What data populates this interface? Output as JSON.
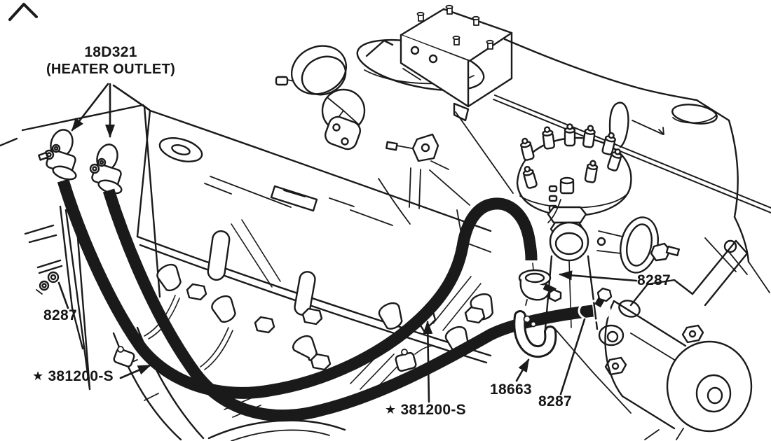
{
  "figure": {
    "kind": "engine-heater-hose-routing-illustration",
    "ink_color": "#1a1a1a",
    "background_color": "#ffffff"
  },
  "callouts": {
    "heater_outlet": {
      "part_number": "18D321",
      "description": "(HEATER OUTLET)"
    },
    "clamp_left": {
      "part_number": "8287"
    },
    "screw_left": {
      "prefix": "★",
      "part_number": "381200-S"
    },
    "screw_center": {
      "prefix": "★",
      "part_number": "381200-S"
    },
    "elbow_hose": {
      "part_number": "18663"
    },
    "clamp_right": {
      "part_number": "8287"
    },
    "clamp_lower_right": {
      "part_number": "8287"
    }
  }
}
